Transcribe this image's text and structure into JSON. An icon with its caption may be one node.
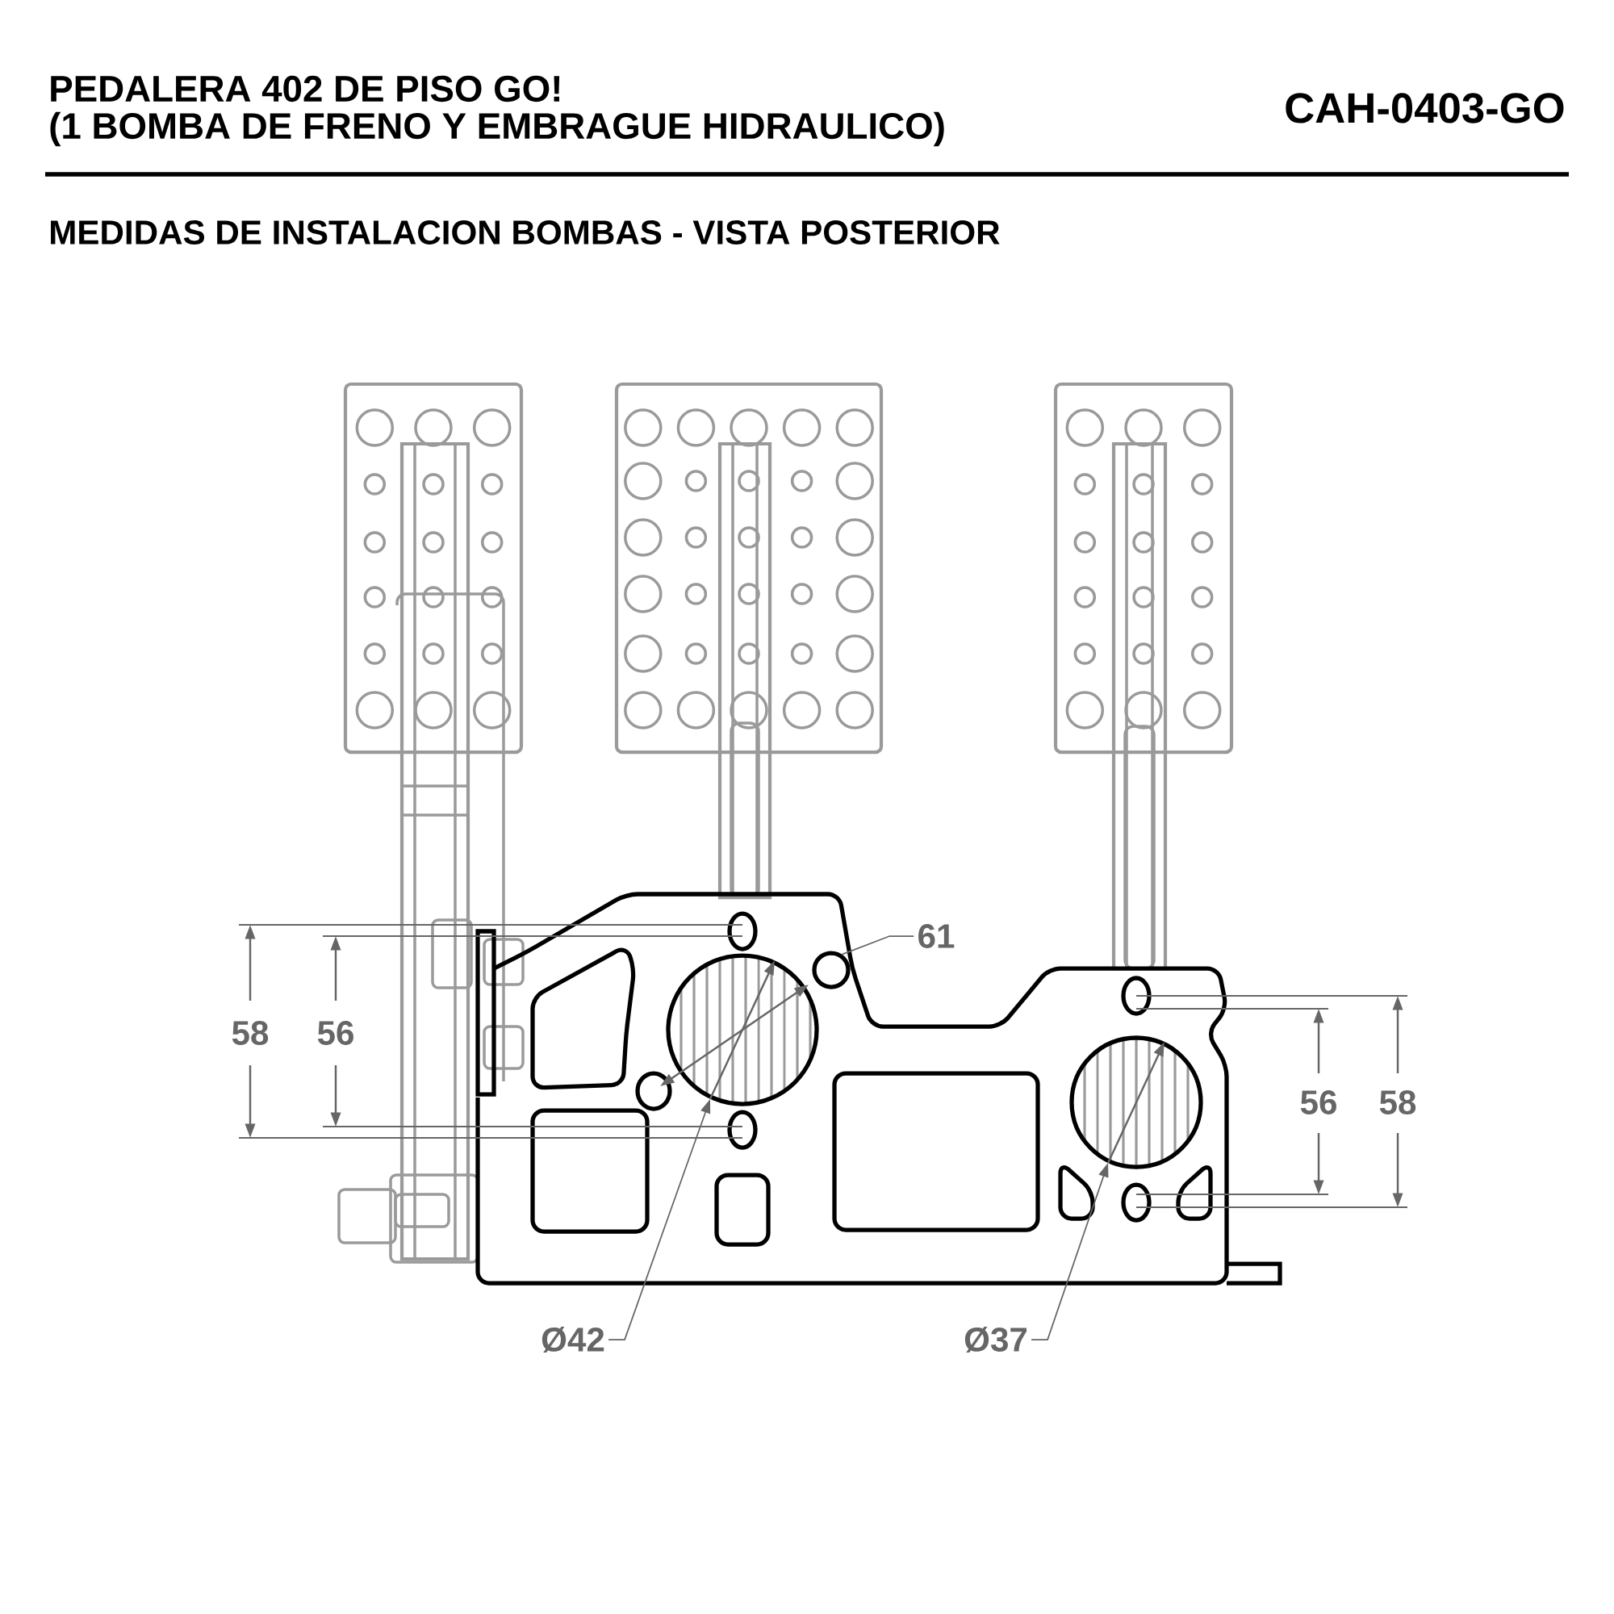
{
  "diagram": {
    "title": "PEDALERA 402 DE PISO GO!",
    "nodes": [
      {
        "text": [
          "61"
        ]
      },
      {
        "text": [],
        "shape": "circle"
      },
      {
        "text": [
          "Ø42"
        ]
      },
      {
        "text": [],
        "shape": "circle"
      },
      {
        "text": [
          "Ø37"
        ]
      },
      {
        "text": [],
        "shape": "circle"
      }
    ],
    "edges": [
      {
        "from": 0,
        "to": 5,
        "arrow": "none"
      },
      {
        "from": 2,
        "to": 1,
        "arrow": "to"
      },
      {
        "from": 4,
        "to": 3,
        "arrow": "to"
      }
    ],
    "labels": [
      "(1 BOMBA DE FRENO Y EMBRAGUE HIDRAULICO)",
      "CAH-0403-GO",
      "MEDIDAS DE INSTALACION BOMBAS - VISTA POSTERIOR",
      "58",
      "56",
      "56",
      "58"
    ]
  }
}
